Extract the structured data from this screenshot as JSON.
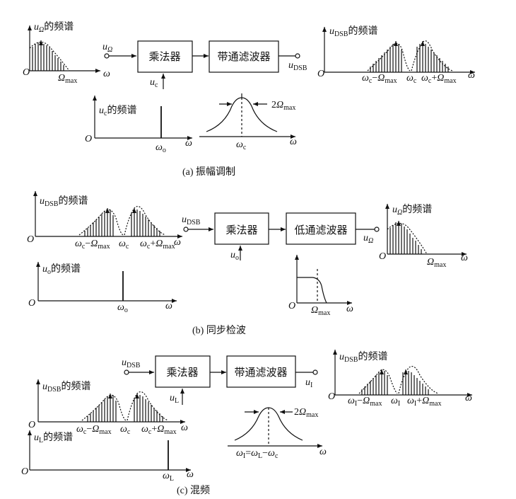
{
  "captions": {
    "a": "(a) 振幅调制",
    "b": "(b) 同步检波",
    "c": "(c) 混频"
  },
  "blocks": {
    "multiplier": "乘法器",
    "bandpass": "带通滤波器",
    "lowpass": "低通滤波器"
  },
  "spectrum_label_suffix": "的频谱",
  "symbols": {
    "u": "u",
    "omega": "ω",
    "Omega": "Ω",
    "origin": "O",
    "sub_Omega": "Ω",
    "sub_DSB": "DSB",
    "sub_c": "c",
    "sub_o": "o",
    "sub_L": "L",
    "sub_I": "I",
    "sub_max": "max",
    "two": "2",
    "minus": "−",
    "plus": "+",
    "equals": "="
  }
}
